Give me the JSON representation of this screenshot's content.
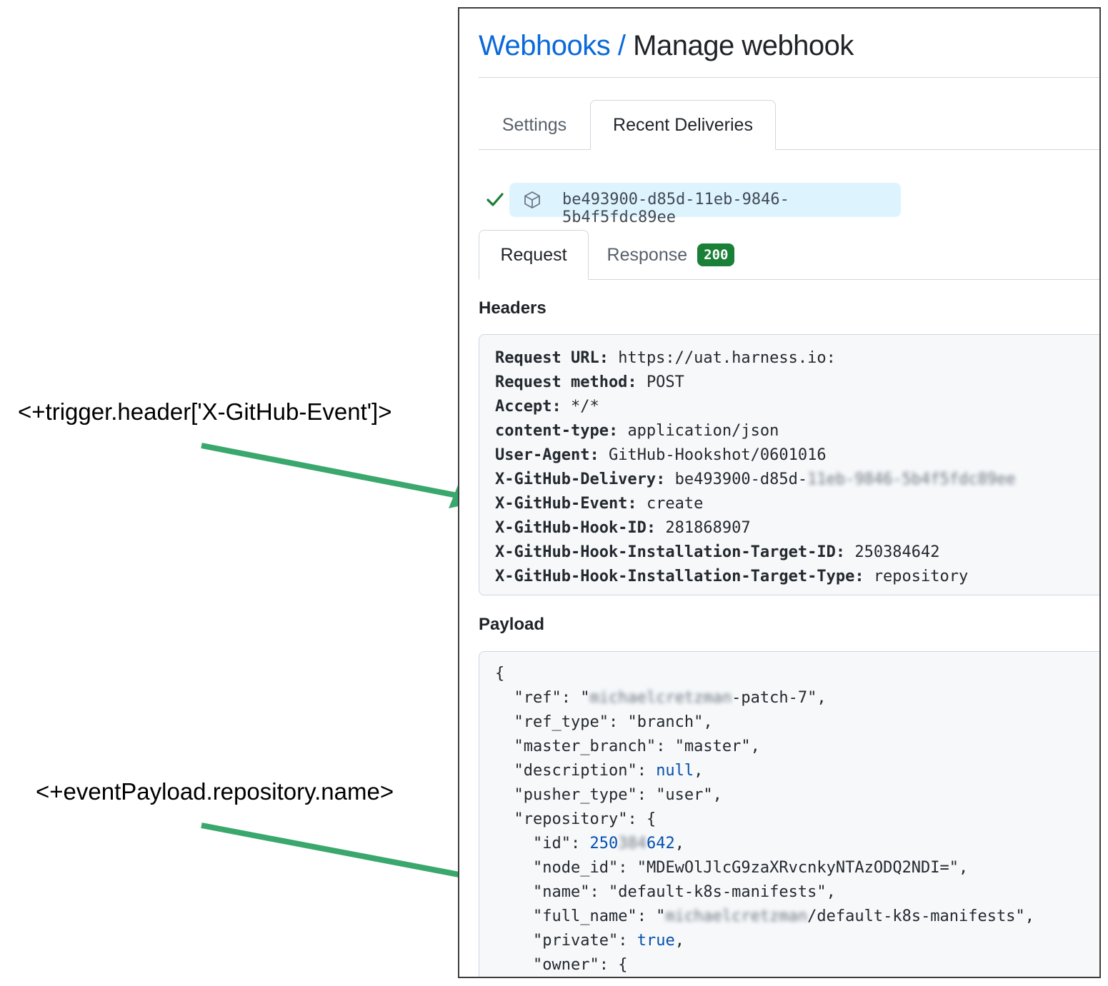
{
  "annotations": {
    "header_expression": "<+trigger.header['X-GitHub-Event']>",
    "payload_expression": "<+eventPayload.repository.name>"
  },
  "colors": {
    "arrow": "#3aa76d",
    "link": "#0969da",
    "success": "#1a7f37"
  },
  "breadcrumb": {
    "parent": "Webhooks",
    "separator": "/",
    "current": "Manage webhook"
  },
  "tabs": [
    {
      "label": "Settings",
      "active": false
    },
    {
      "label": "Recent Deliveries",
      "active": true
    }
  ],
  "delivery": {
    "status_icon": "check-icon",
    "event_icon": "package-icon",
    "guid": "be493900-d85d-11eb-9846-5b4f5fdc89ee"
  },
  "subtabs": {
    "request": "Request",
    "response": "Response",
    "response_status": "200",
    "active": "Request"
  },
  "headers_section": {
    "title": "Headers",
    "rows": [
      {
        "key": "Request URL:",
        "value": "https://uat.harness.io:"
      },
      {
        "key": "Request method:",
        "value": "POST"
      },
      {
        "key": "Accept:",
        "value": "*/*"
      },
      {
        "key": "content-type:",
        "value": "application/json"
      },
      {
        "key": "User-Agent:",
        "value": "GitHub-Hookshot/0601016"
      },
      {
        "key": "X-GitHub-Delivery:",
        "value": "be493900-d85d-",
        "value_blurred": "11eb-9846-5b4f5fdc89ee"
      },
      {
        "key": "X-GitHub-Event:",
        "value": "create"
      },
      {
        "key": "X-GitHub-Hook-ID:",
        "value": "281868907"
      },
      {
        "key": "X-GitHub-Hook-Installation-Target-ID:",
        "value": "250384642"
      },
      {
        "key": "X-GitHub-Hook-Installation-Target-Type:",
        "value": "repository"
      }
    ]
  },
  "payload_section": {
    "title": "Payload",
    "open_brace": "{",
    "ref_key": "\"ref\"",
    "ref_blurred": "michaelcretzman",
    "ref_value_rest": "-patch-7\",",
    "ref_type_key": "\"ref_type\"",
    "ref_type_value": "\"branch\",",
    "master_branch_key": "\"master_branch\"",
    "master_branch_value": "\"master\",",
    "description_key": "\"description\"",
    "description_value": "null",
    "pusher_type_key": "\"pusher_type\"",
    "pusher_type_value": "\"user\",",
    "repository_key": "\"repository\"",
    "repository_open": "{",
    "id_key": "\"id\"",
    "id_prefix": "250",
    "id_blurred": "384",
    "id_suffix": "642",
    "node_id_key": "\"node_id\"",
    "node_id_value": "\"MDEwOlJlcG9zaXRvcnkyNTAzODQ2NDI=\",",
    "name_key": "\"name\"",
    "name_value": "\"default-k8s-manifests\",",
    "full_name_key": "\"full_name\"",
    "full_name_blurred": "michaelcretzman",
    "full_name_rest": "/default-k8s-manifests\",",
    "private_key": "\"private\"",
    "private_value": "true",
    "owner_key": "\"owner\"",
    "owner_open": "{"
  }
}
